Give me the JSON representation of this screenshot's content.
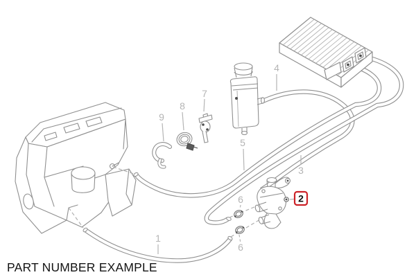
{
  "caption": "PART NUMBER EXAMPLE",
  "colors": {
    "background": "#ffffff",
    "artwork_line": "#8f8f8f",
    "artwork_detail": "#4d4d4d",
    "fin_line": "#a8a8a8",
    "callout_text": "#b4b4b4",
    "leader_line": "#b4b4b4",
    "highlight_box_border": "#cc2127",
    "highlight_box_fill": "#ffffff",
    "highlight_text": "#111111",
    "caption_text": "#141414"
  },
  "callouts": {
    "part1": {
      "label": "1",
      "highlighted": false
    },
    "part2": {
      "label": "2",
      "highlighted": true
    },
    "part3": {
      "label": "3",
      "highlighted": false
    },
    "part4": {
      "label": "4",
      "highlighted": false
    },
    "part5": {
      "label": "5",
      "highlighted": false
    },
    "part6_top": {
      "label": "6",
      "highlighted": false
    },
    "part6_bottom": {
      "label": "6",
      "highlighted": false
    },
    "part7": {
      "label": "7",
      "highlighted": false
    },
    "part8": {
      "label": "8",
      "highlighted": false
    },
    "part9": {
      "label": "9",
      "highlighted": false
    }
  }
}
